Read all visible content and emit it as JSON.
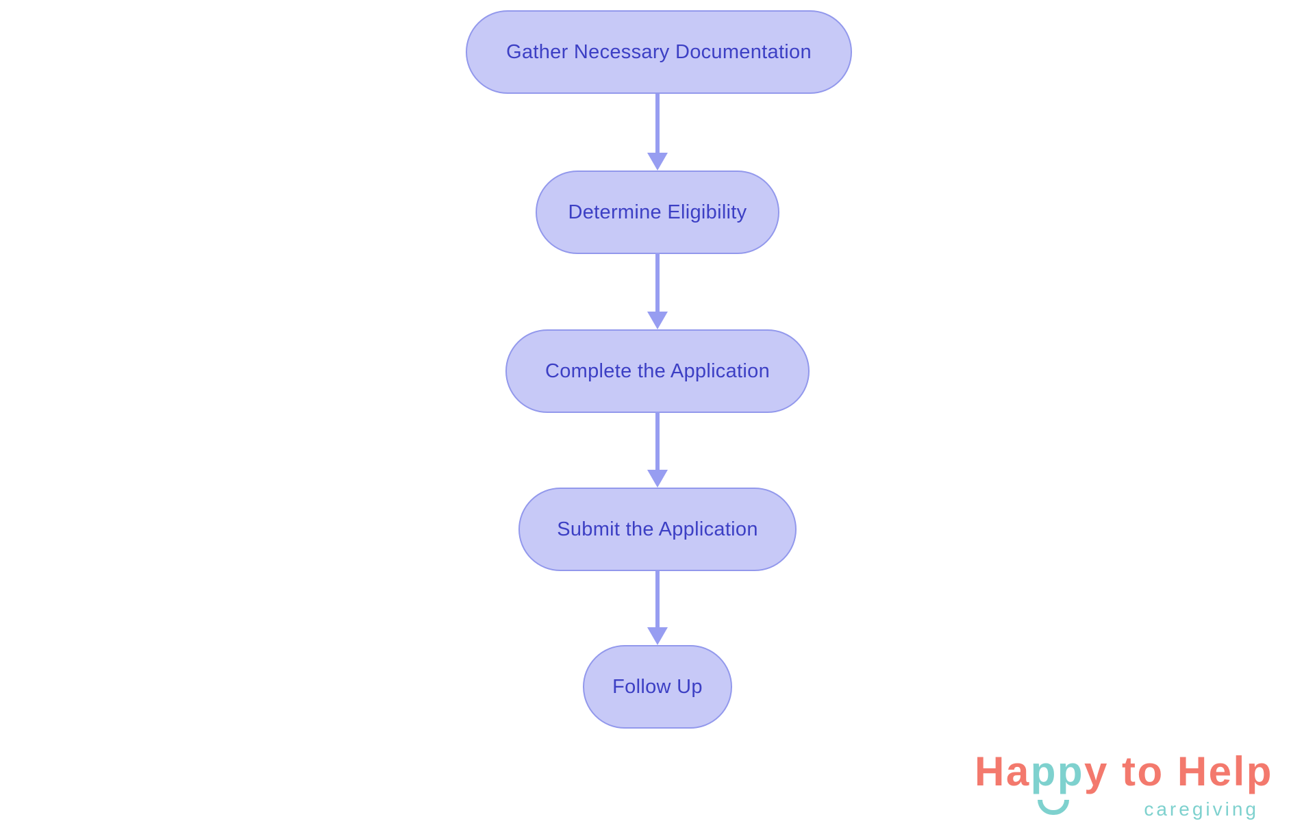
{
  "flowchart": {
    "type": "vertical-process-flow",
    "nodes": [
      {
        "id": "gather-documentation",
        "label": "Gather Necessary Documentation"
      },
      {
        "id": "determine-eligibility",
        "label": "Determine Eligibility"
      },
      {
        "id": "complete-application",
        "label": "Complete the Application"
      },
      {
        "id": "submit-application",
        "label": "Submit the Application"
      },
      {
        "id": "follow-up",
        "label": "Follow Up"
      }
    ],
    "edges": [
      {
        "from": "gather-documentation",
        "to": "determine-eligibility"
      },
      {
        "from": "determine-eligibility",
        "to": "complete-application"
      },
      {
        "from": "complete-application",
        "to": "submit-application"
      },
      {
        "from": "submit-application",
        "to": "follow-up"
      }
    ],
    "colors": {
      "node_fill": "#c7c9f7",
      "node_border": "#9298ec",
      "node_text": "#3c3fc4",
      "arrow": "#979df1"
    }
  },
  "logo": {
    "part_ha": "Ha",
    "part_pp": "pp",
    "part_y_to_help": "y to Help",
    "tagline": "caregiving",
    "icon": "smile-icon",
    "colors": {
      "coral": "#f3796d",
      "teal": "#7ed1ce"
    }
  }
}
